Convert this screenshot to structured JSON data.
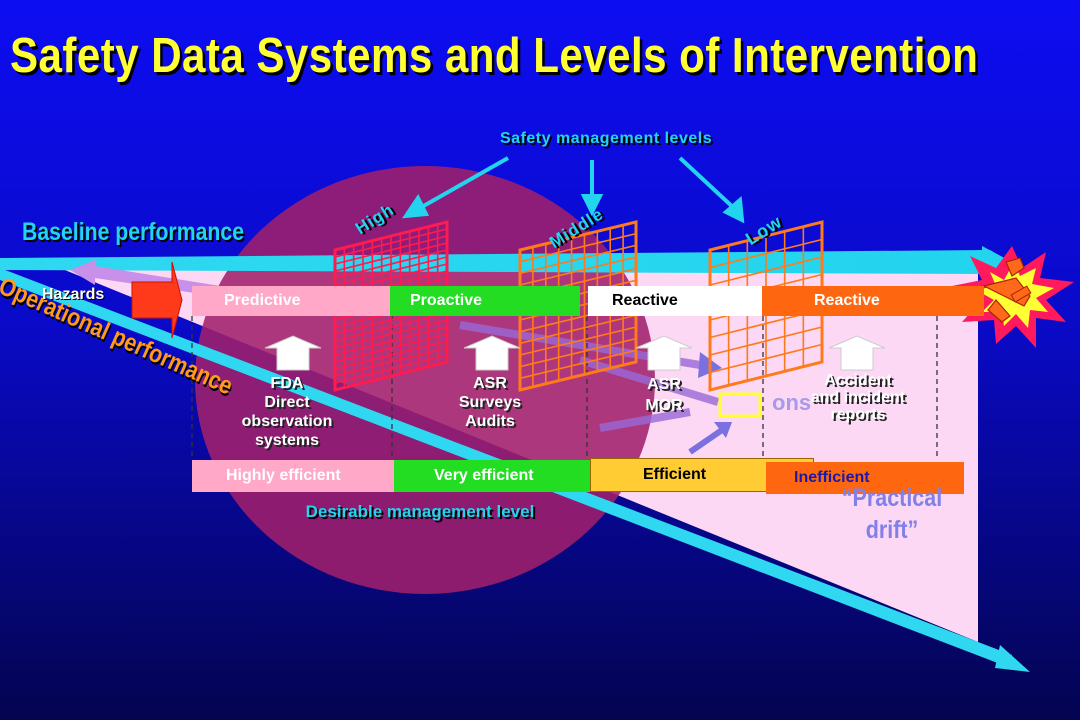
{
  "title": "Safety Data Systems and Levels of Intervention",
  "safety_management_levels": "Safety management levels",
  "level_high": "High",
  "level_middle": "Middle",
  "level_low": "Low",
  "baseline_performance": "Baseline performance",
  "operational_performance": "Operational performance",
  "hazards": "Hazards",
  "stages": [
    {
      "label": "Predictive",
      "color": "#ffa8c8",
      "text_color": "#ffffff"
    },
    {
      "label": "Proactive",
      "color": "#22dd22",
      "text_color": "#ffffff"
    },
    {
      "label": "Reactive",
      "color": "#ffffff",
      "text_color": "#000000"
    },
    {
      "label": "Reactive",
      "color": "#ff6610",
      "text_color": "#ffffff"
    }
  ],
  "systems": [
    {
      "lines": [
        "FDA",
        "Direct",
        "observation",
        "systems"
      ]
    },
    {
      "lines": [
        "ASR",
        "Surveys",
        "Audits"
      ]
    },
    {
      "lines": [
        "ASR",
        "MOR"
      ]
    },
    {
      "lines": [
        "Accident",
        "and incident",
        "reports"
      ]
    }
  ],
  "efficiency": [
    {
      "label": "Highly efficient",
      "color": "#ffa8c8",
      "text_color": "#ffffff"
    },
    {
      "label": "Very efficient",
      "color": "#22dd22",
      "text_color": "#ffffff"
    },
    {
      "label": "Efficient",
      "color": "#ffcc33",
      "text_color": "#000000"
    },
    {
      "label": "Inefficient",
      "color": "#ff6610",
      "text_color": "#1a1aa8"
    }
  ],
  "desirable_management_level": "Desirable  management level",
  "practical_drift": "“Practical drift”",
  "partial_label": "ons",
  "colors": {
    "title": "#ffff33",
    "cyan": "#22d4ee",
    "circle": "#a0206c",
    "triangle": "#fcd8f4",
    "grid_high": "#ff1a50",
    "grid_mid_low": "#ff7a1a"
  }
}
